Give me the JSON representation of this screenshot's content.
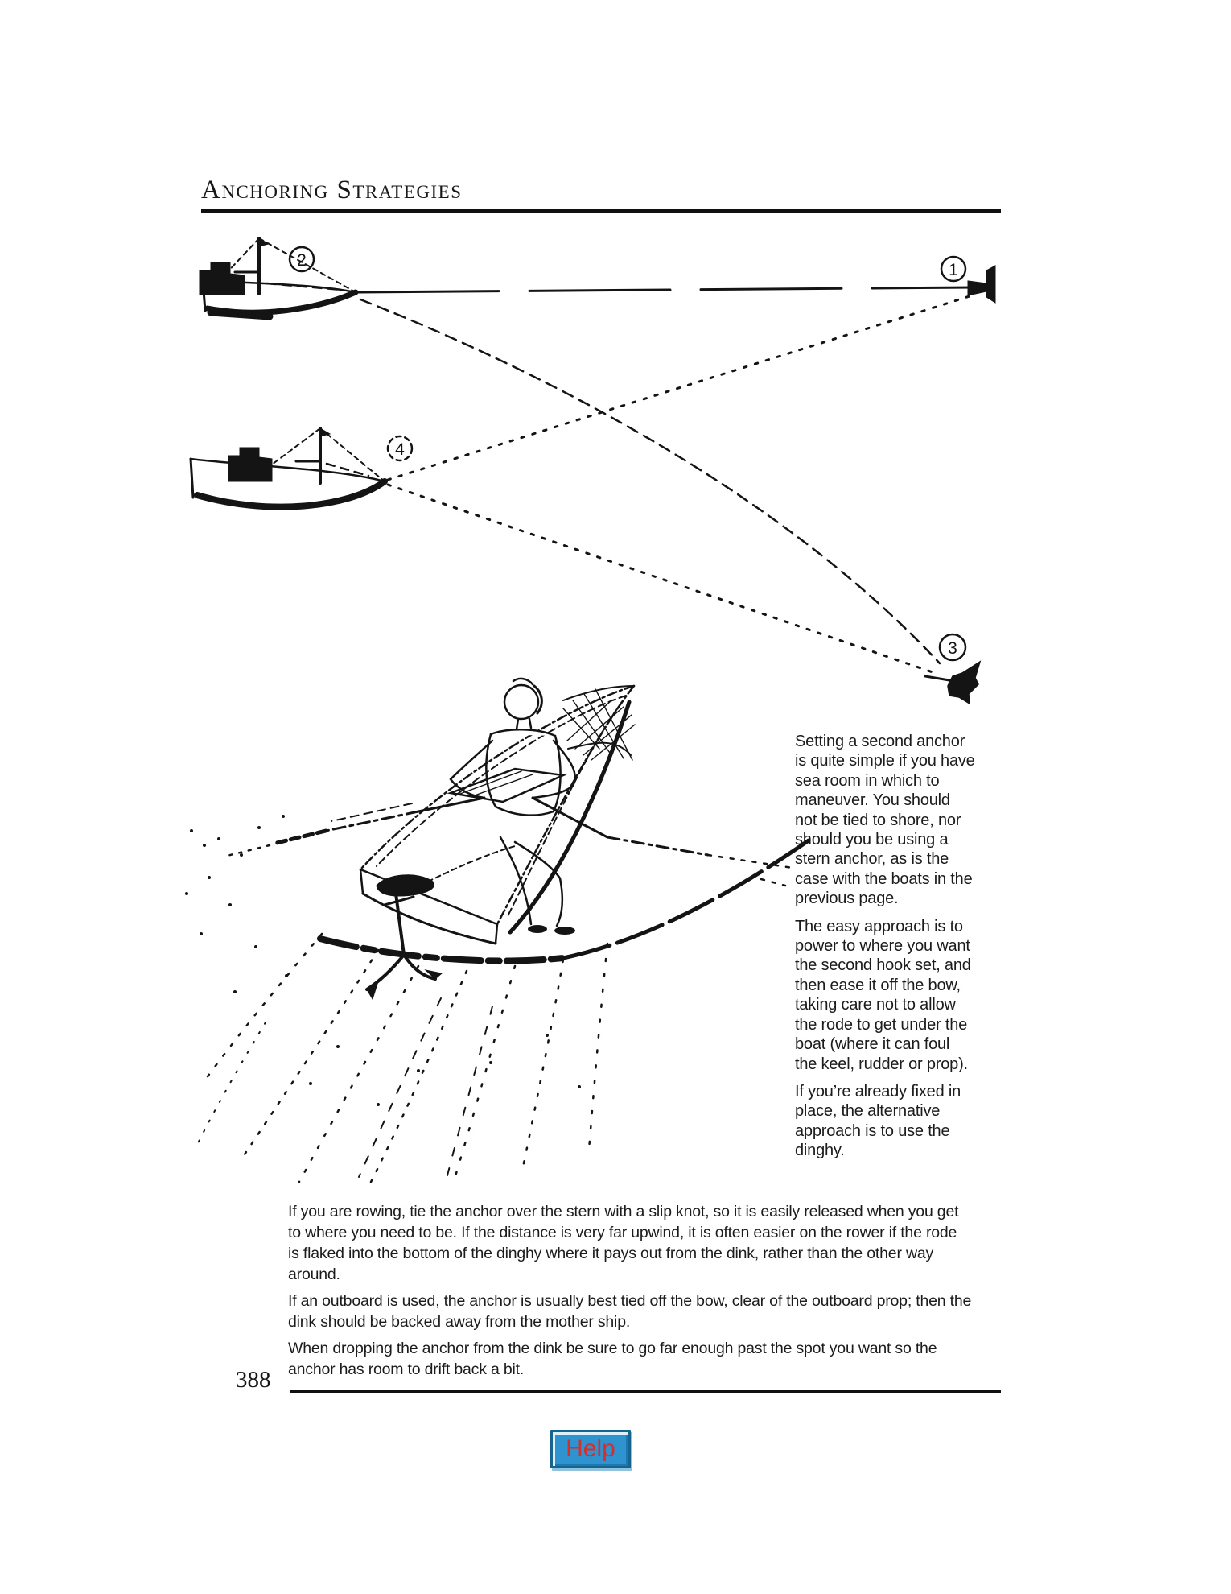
{
  "page": {
    "title": "Anchoring Strategies",
    "page_number": "388"
  },
  "toolbar": {
    "help_label": "Help"
  },
  "figure_labels": {
    "first_anchor": "1",
    "drop_position": "2",
    "second_anchor": "3",
    "final_position": "4"
  },
  "caption_column": {
    "paragraphs": [
      "Setting a second anchor is quite simple if you have sea room in which to maneuver. You should not be tied to shore, nor should you be using a stern anchor, as is the case with the boats in the previous page.",
      "The easy approach is to power to where you want the second hook set, and then ease it off the bow, taking care not to allow the rode to get under the boat (where it can foul the keel, rudder or prop).",
      "If you’re already fixed in place, the alternative approach is to use the dinghy."
    ]
  },
  "body": {
    "paragraphs": [
      "If you are rowing, tie the anchor over the stern with a slip knot, so it is easily released when you get to where you need to be. If the distance is very far upwind, it is often easier on the rower if the rode is flaked into the bottom of the dinghy where it pays out from the dink, rather than the other way around.",
      "If an outboard is used, the anchor is usually best tied off the bow, clear of the outboard prop; then the dink should be backed away from the mother ship.",
      "When dropping the anchor from the dink be sure to go far enough past the spot you want so the anchor has room to drift back a bit."
    ]
  },
  "colors": {
    "ink": "#141414",
    "help_button_face": "#2f93cf",
    "help_button_text": "#d03030"
  }
}
